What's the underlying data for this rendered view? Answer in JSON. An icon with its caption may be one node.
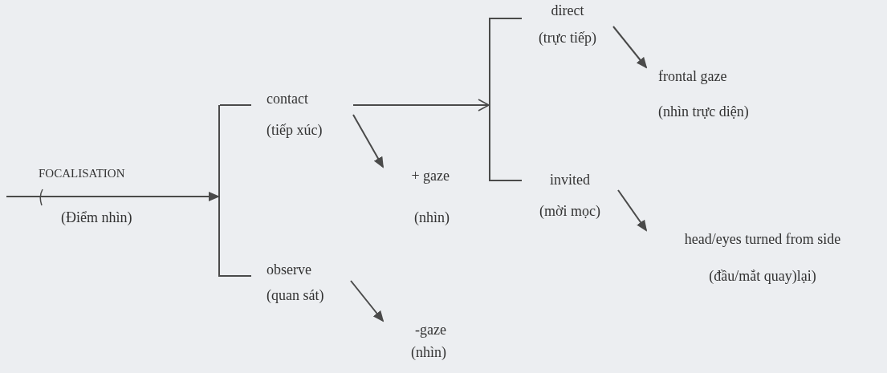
{
  "diagram": {
    "nodes": [
      {
        "text": [],
        "shape": "bar"
      },
      {
        "text": [
          "contact",
          "(tiếp xúc)"
        ]
      },
      {
        "text": [
          "observe",
          "(quan sát)"
        ]
      },
      {
        "text": [
          "+ gaze",
          "(nhìn)"
        ]
      },
      {
        "text": [
          "-gaze",
          "(nhìn)"
        ]
      },
      {
        "text": [],
        "shape": "bar"
      },
      {
        "text": [
          "direct",
          "(trực tiếp)"
        ]
      },
      {
        "text": [
          "invited",
          "(mời mọc)"
        ]
      },
      {
        "text": [
          "frontal gaze",
          "(nhìn trực diện)"
        ]
      },
      {
        "text": [
          "head/eyes turned from side",
          "(đầu/mắt quay)lại)"
        ]
      }
    ],
    "edges": [
      {
        "from": null,
        "to": 0,
        "arrow": "to",
        "label": "FOCALISATION"
      },
      {
        "from": 0,
        "to": 1,
        "arrow": "none"
      },
      {
        "from": 0,
        "to": 2,
        "arrow": "none"
      },
      {
        "from": 1,
        "to": 3,
        "arrow": "to"
      },
      {
        "from": 2,
        "to": 4,
        "arrow": "to"
      },
      {
        "from": 1,
        "to": 5,
        "arrow": "to"
      },
      {
        "from": 5,
        "to": 6,
        "arrow": "none"
      },
      {
        "from": 5,
        "to": 7,
        "arrow": "none"
      },
      {
        "from": 6,
        "to": 8,
        "arrow": "to"
      },
      {
        "from": 7,
        "to": 9,
        "arrow": "to"
      }
    ],
    "labels": [
      "(Điểm nhìn)"
    ]
  }
}
